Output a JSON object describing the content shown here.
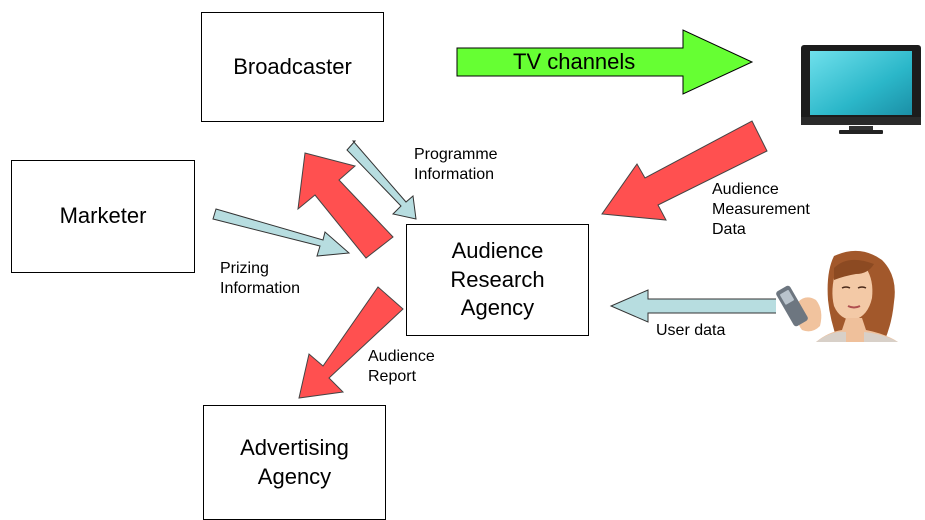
{
  "nodes": {
    "broadcaster": "Broadcaster",
    "marketer": "Marketer",
    "audience_research_agency": [
      "Audience",
      "Research",
      "Agency"
    ],
    "advertising_agency": [
      "Advertising",
      "Agency"
    ]
  },
  "labels": {
    "tv_channels": "TV channels",
    "programme_information": [
      "Programme",
      "Information"
    ],
    "audience_measurement_data": [
      "Audience",
      "Measurement",
      "Data"
    ],
    "prizing_information": [
      "Prizing",
      "Information"
    ],
    "user_data": "User data",
    "audience_report": [
      "Audience",
      "Report"
    ]
  },
  "images": {
    "tv": "television-icon",
    "user": "person-with-mobile-phone-photo"
  },
  "colors": {
    "green_arrow": "#66ff33",
    "red_arrow": "#ff4d4d",
    "blue_arrow": "#b7dde0",
    "outline": "#000000"
  }
}
